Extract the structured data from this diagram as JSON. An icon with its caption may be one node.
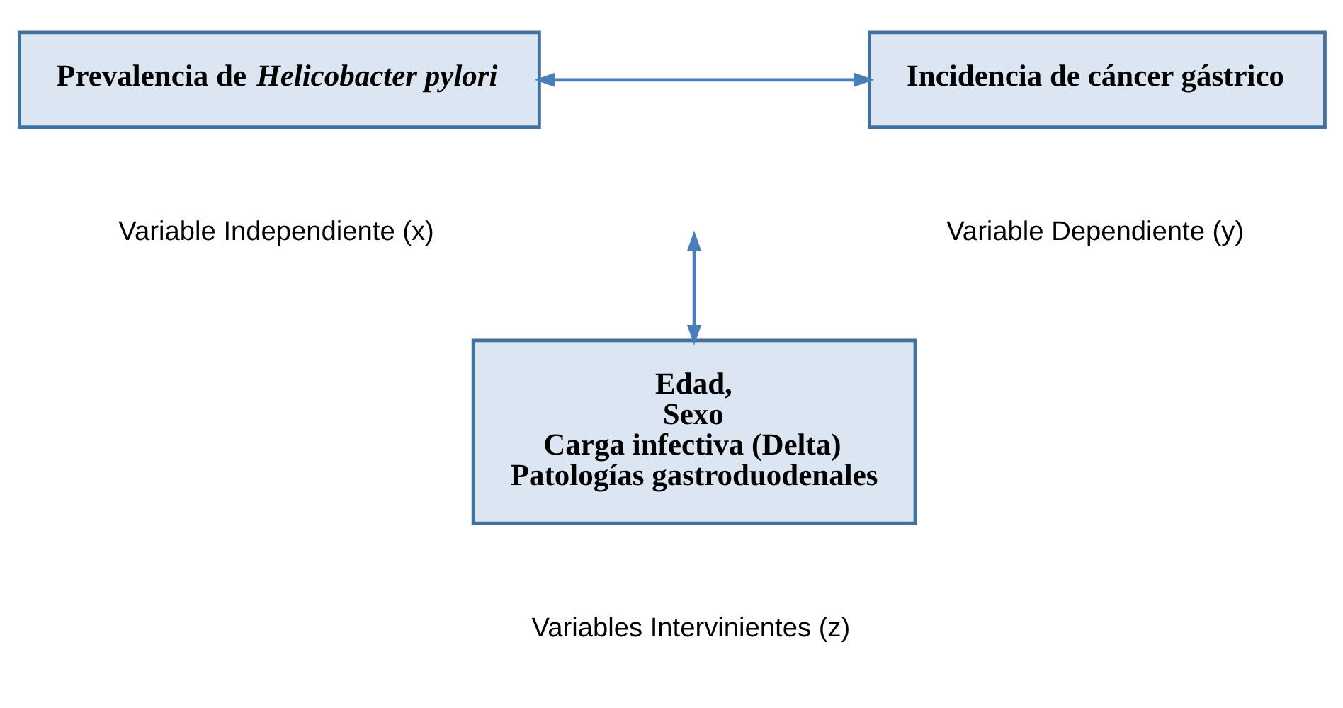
{
  "diagram": {
    "nodes": [
      {
        "text": [
          "Prevalencia de *Helicobacter pylori*"
        ],
        "beside": [
          "Variable Independiente (x)"
        ]
      },
      {
        "text": [
          "Incidencia de cáncer gástrico"
        ],
        "beside": [
          "Variable Dependiente (y)"
        ]
      },
      {
        "text": [
          "Edad,",
          "Sexo",
          "Carga infectiva (Delta)",
          "Patologías gastroduodenales"
        ],
        "beside": [
          "Variables Intervinientes (z)"
        ]
      }
    ],
    "edges": [
      {
        "from": 0,
        "to": 1,
        "arrow": "both"
      },
      {
        "from": null,
        "to": 2,
        "arrow": "both"
      }
    ]
  }
}
